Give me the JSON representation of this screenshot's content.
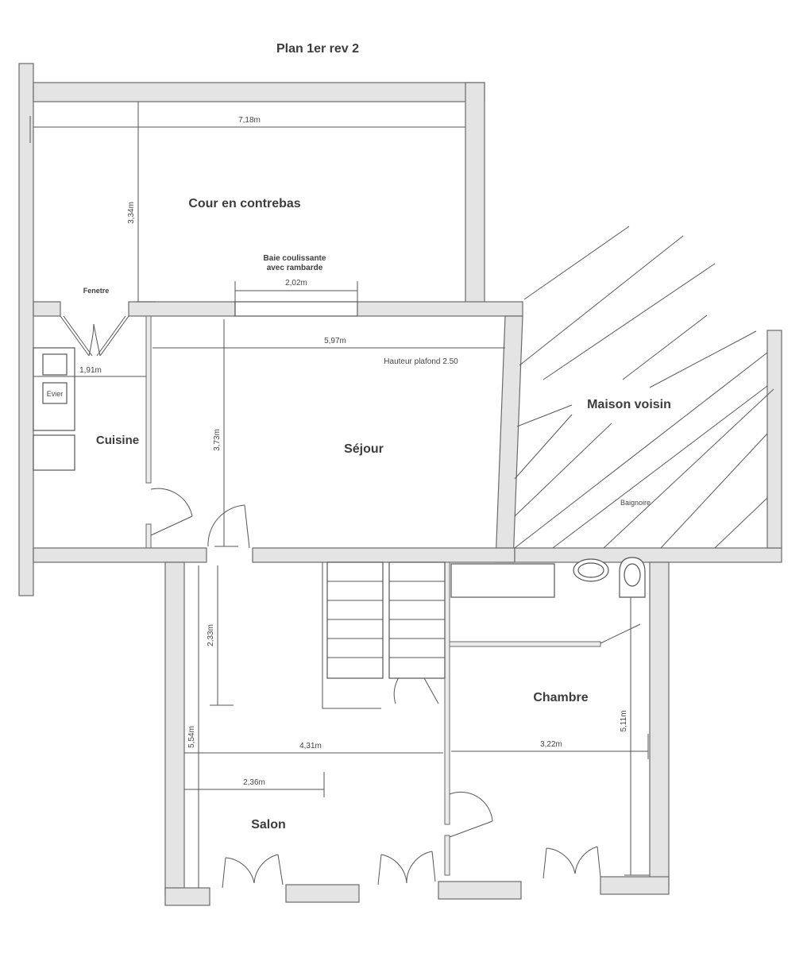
{
  "title": "Plan 1er rev 2",
  "rooms": {
    "cour": "Cour en contrebas",
    "cuisine": "Cuisine",
    "sejour": "Séjour",
    "maison_voisin": "Maison voisin",
    "chambre": "Chambre",
    "salon": "Salon"
  },
  "annotations": {
    "fenetre": "Fenetre",
    "baie_line1": "Baie coulissante",
    "baie_line2": "avec rambarde",
    "evier": "Evier",
    "hauteur_plafond": "Hauteur plafond 2.50",
    "baignoire": "Baignoire"
  },
  "dimensions": {
    "cour_width": "7,18m",
    "cour_height": "3,34m",
    "baie_width": "2,02m",
    "cuisine_width": "1,91m",
    "sejour_width": "5,97m",
    "sejour_height": "3,73m",
    "entree_height": "2,33m",
    "salon_height": "5,54m",
    "salon_width": "4,31m",
    "salon_partial": "2,36m",
    "chambre_width": "3,22m",
    "chambre_height": "5,11m"
  },
  "colors": {
    "wall_fill": "#e4e4e4",
    "wall_stroke": "#6a6a6a",
    "text": "#3c3c3c"
  }
}
